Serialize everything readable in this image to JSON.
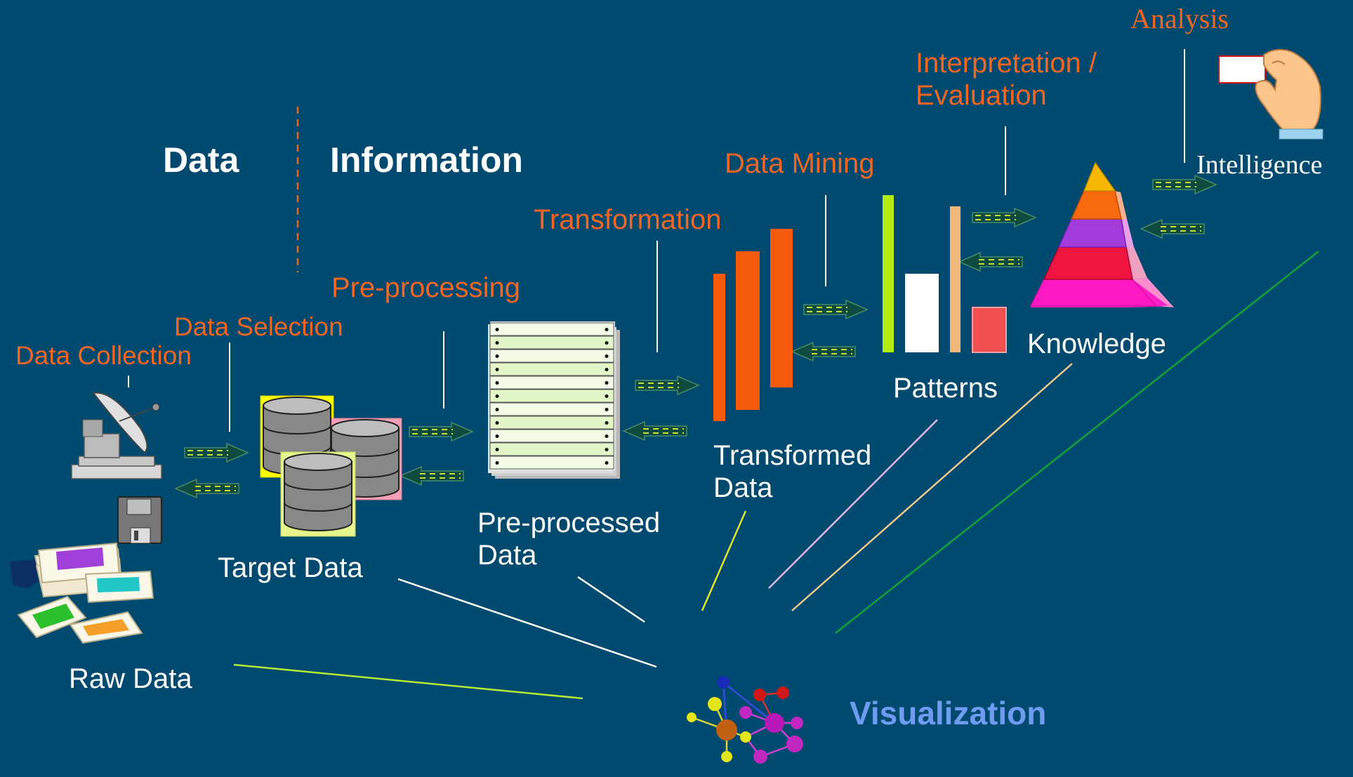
{
  "header": {
    "data": "Data",
    "information": "Information"
  },
  "steps": {
    "data_collection": "Data Collection",
    "data_selection": "Data Selection",
    "pre_processing": "Pre-processing",
    "transformation": "Transformation",
    "data_mining": "Data Mining",
    "interpretation_line1": "Interpretation /",
    "interpretation_line2": "Evaluation",
    "analysis": "Analysis"
  },
  "artifacts": {
    "raw_data": "Raw Data",
    "target_data": "Target Data",
    "preprocessed_line1": "Pre-processed",
    "preprocessed_line2": "Data",
    "transformed_line1": "Transformed",
    "transformed_line2": "Data",
    "patterns": "Patterns",
    "knowledge": "Knowledge",
    "intelligence": "Intelligence"
  },
  "visualization": "Visualization",
  "colors": {
    "background": "#004a70",
    "step_label": "#f26522",
    "artifact_label": "#ffffff",
    "visualization_label": "#6f9cf0",
    "arrow_fill": "#0f4a40",
    "arrow_dash": "#c8e03c"
  },
  "icons": {
    "satellite": "satellite-dish-icon",
    "floppy": "floppy-disk-icon",
    "slides": "photo-slides-icon",
    "database": "database-cylinder-icon",
    "document_stack": "document-stack-icon",
    "pyramid": "knowledge-pyramid-icon",
    "hand_card": "hand-holding-card-icon",
    "molecule": "molecule-network-icon"
  }
}
